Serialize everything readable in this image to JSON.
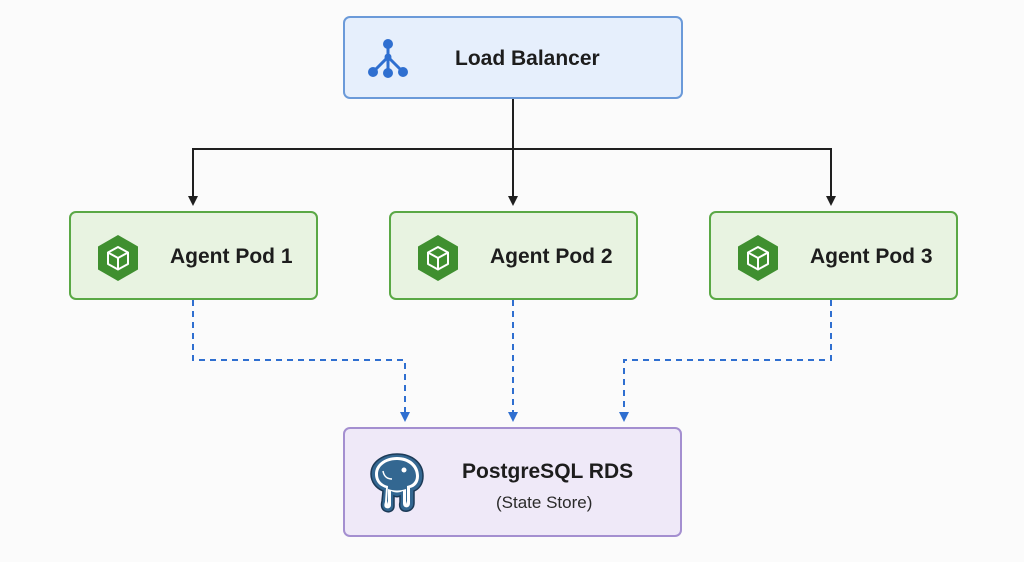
{
  "diagram": {
    "load_balancer": {
      "label": "Load Balancer",
      "icon": "network-tree-icon",
      "accent": "#3a78c7"
    },
    "pods": [
      {
        "label": "Agent Pod 1",
        "icon": "kubernetes-pod-icon"
      },
      {
        "label": "Agent Pod 2",
        "icon": "kubernetes-pod-icon"
      },
      {
        "label": "Agent Pod 3",
        "icon": "kubernetes-pod-icon"
      }
    ],
    "database": {
      "title": "PostgreSQL RDS",
      "subtitle": "(State Store)",
      "icon": "postgresql-elephant-icon"
    },
    "connections": {
      "traffic": {
        "style": "solid",
        "color": "#1f1f1f"
      },
      "state": {
        "style": "dashed",
        "color": "#2f6fd0"
      }
    }
  }
}
